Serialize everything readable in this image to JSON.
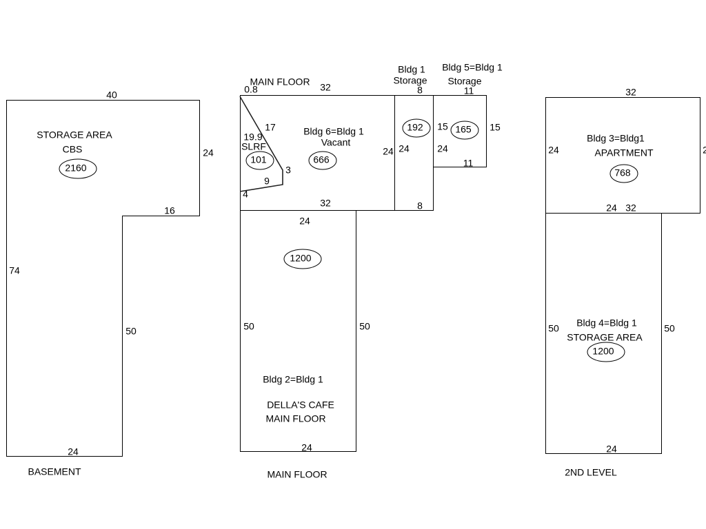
{
  "basement": {
    "title": "BASEMENT",
    "area_name": "STORAGE AREA",
    "construction": "CBS",
    "area": "2160",
    "dims": {
      "top": "40",
      "right_upper": "24",
      "step": "16",
      "left": "74",
      "right_lower": "50",
      "bottom": "24"
    }
  },
  "main_floor": {
    "title_top": "MAIN FLOOR",
    "title_bottom": "MAIN FLOOR",
    "bldg6": {
      "label": "Bldg 6=Bldg 1",
      "sub": "Vacant",
      "area": "666",
      "top": "32",
      "bottom": "32",
      "right": "24",
      "corner": "0.8"
    },
    "slrf": {
      "label": "SLRF",
      "area": "101",
      "d1": "19.9",
      "d2": "17",
      "d3": "3",
      "d4": "9",
      "d5": "4"
    },
    "bldg1_storage": {
      "label1": "Bldg 1",
      "label2": "Storage",
      "area": "192",
      "top": "8",
      "bottom": "8",
      "left": "24"
    },
    "bldg5": {
      "label1": "Bldg 5=Bldg 1",
      "label2": "Storage",
      "area": "165",
      "top": "11",
      "bottom": "11",
      "left": "15",
      "right": "15",
      "left2": "24"
    },
    "bldg2": {
      "label": "Bldg 2=Bldg 1",
      "name1": "DELLA'S CAFE",
      "name2": "MAIN FLOOR",
      "area": "1200",
      "top": "24",
      "bottom": "24",
      "left": "50",
      "right": "50"
    }
  },
  "second_level": {
    "title": "2ND LEVEL",
    "bldg3": {
      "label": "Bldg 3=Bldg1",
      "name": "APARTMENT",
      "area": "768",
      "top": "32",
      "bottom": "32",
      "left": "24",
      "right": "2"
    },
    "bldg4": {
      "label": "Bldg 4=Bldg 1",
      "name": "STORAGE AREA",
      "area": "1200",
      "top": "24",
      "bottom": "24",
      "left": "50",
      "right": "50"
    }
  }
}
